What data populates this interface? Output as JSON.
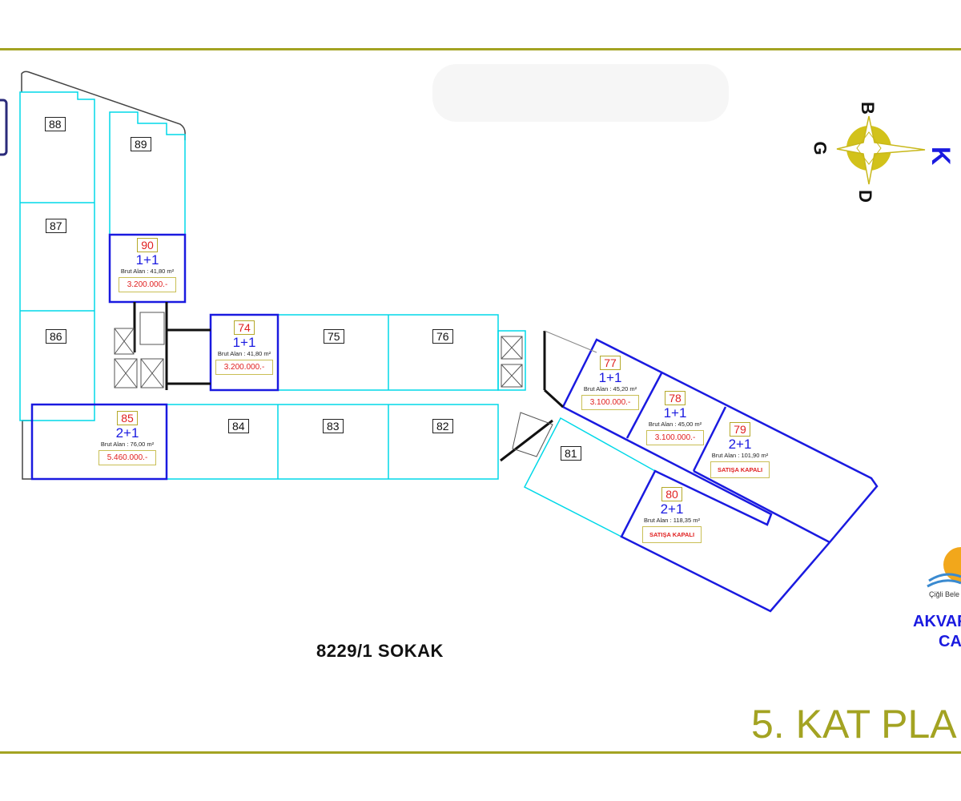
{
  "title": "5. KAT PLA",
  "street": "8229/1 SOKAK",
  "compass": {
    "north": "K",
    "south": "G",
    "east": "D",
    "west": "B"
  },
  "brand": {
    "line1": "AKVAR",
    "line2": "CA",
    "logo_text": "Çiğli Bele"
  },
  "area_label": "Brut Alan :",
  "plain_units": [
    "88",
    "87",
    "86",
    "89",
    "75",
    "76",
    "84",
    "83",
    "82",
    "81"
  ],
  "units": [
    {
      "no": "90",
      "type": "1+1",
      "area": "Brut Alan : 41,80 m²",
      "price": "3.200.000.-"
    },
    {
      "no": "74",
      "type": "1+1",
      "area": "Brut Alan : 41,80 m²",
      "price": "3.200.000.-"
    },
    {
      "no": "85",
      "type": "2+1",
      "area": "Brut Alan : 76,00 m²",
      "price": "5.460.000.-"
    },
    {
      "no": "77",
      "type": "1+1",
      "area": "Brut Alan : 45,20 m²",
      "price": "3.100.000.-"
    },
    {
      "no": "78",
      "type": "1+1",
      "area": "Brut Alan : 45,00 m²",
      "price": "3.100.000.-"
    },
    {
      "no": "79",
      "type": "2+1",
      "area": "Brut Alan : 101,90 m²",
      "price": "SATIŞA KAPALI"
    },
    {
      "no": "80",
      "type": "2+1",
      "area": "Brut Alan : 118,35 m²",
      "price": "SATIŞA KAPALI"
    }
  ],
  "colors": {
    "accent": "#a3a322",
    "available_outline": "#1a1ae0",
    "other_outline": "#00e5ee",
    "price": "#e02020"
  }
}
